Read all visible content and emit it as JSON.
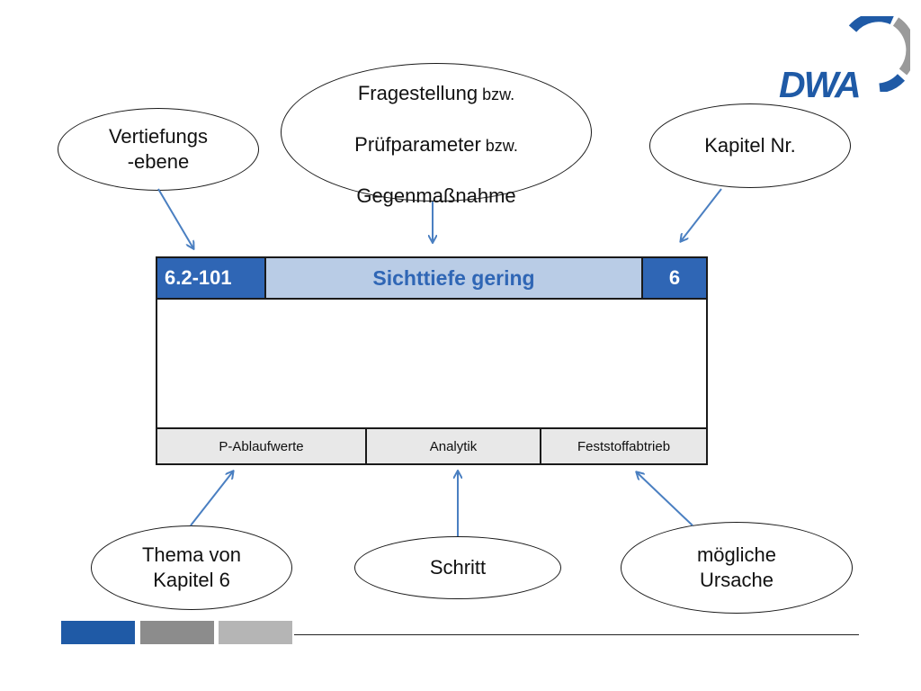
{
  "bubbles": {
    "frage": {
      "line1": "Fragestellung",
      "line1_small": " bzw.",
      "line2": "Prüfparameter",
      "line2_small": " bzw.",
      "line3": "Gegenmaßnahme"
    },
    "vertiefung": "Vertiefungs\n-ebene",
    "kapitel_nr": "Kapitel Nr.",
    "thema": "Thema von\nKapitel 6",
    "schritt": "Schritt",
    "ursache": "mögliche\nUrsache"
  },
  "card": {
    "id": "6.2-101",
    "title": "Sichttiefe gering",
    "chapter": "6",
    "footer": [
      "P-Ablaufwerte",
      "Analytik",
      "Feststoffabtrieb"
    ]
  },
  "logo": {
    "text": "DWA"
  },
  "colors": {
    "accent": "#2f66b5",
    "title_bg": "#b9cce6",
    "footer_bg": "#e8e8e8",
    "arrow": "#4a7fc1",
    "bar_blue": "#1f5aa6",
    "bar_grey": "#8c8c8c",
    "bar_light": "#b5b5b5"
  }
}
